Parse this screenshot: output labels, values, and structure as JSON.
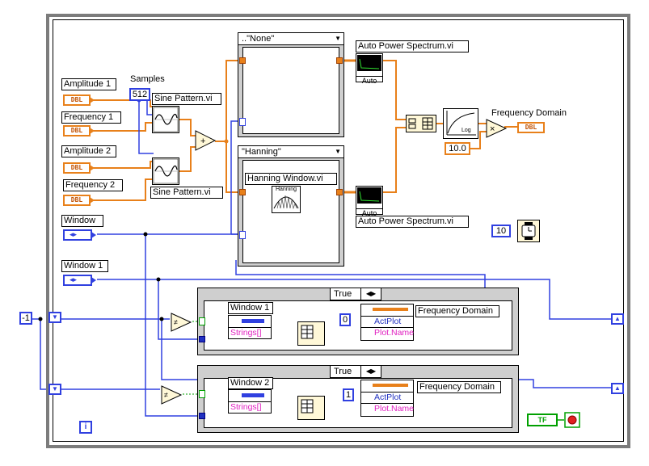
{
  "diagram": {
    "inputs": {
      "amplitude1": "Amplitude 1",
      "frequency1": "Frequency 1",
      "amplitude2": "Amplitude 2",
      "frequency2": "Frequency 2",
      "window": "Window",
      "window1": "Window 1",
      "dbl_text": "DBL",
      "samples_label": "Samples",
      "samples_value": "512"
    },
    "subvis": {
      "sine1": "Sine Pattern.vi",
      "sine2": "Sine Pattern.vi",
      "hanning": "Hanning Window.vi",
      "hanning_icon": "Hanning",
      "aps1": "Auto Power Spectrum.vi",
      "aps1_icon": "Auto",
      "aps2": "Auto Power Spectrum.vi",
      "aps2_icon": "Auto",
      "sine_icon": "Sine"
    },
    "cases": {
      "none_selector": "..\"None\"",
      "hanning_selector": "\"Hanning\"",
      "true1_selector": "True",
      "true2_selector": "True"
    },
    "outputs": {
      "freq_domain": "Frequency Domain",
      "multiplier": "10.0",
      "wait_const": "10",
      "dbl_out": "DBL",
      "stop_tf": "TF"
    },
    "case_true1": {
      "window_label": "Window 1",
      "strings": "Strings[]",
      "freq_domain": "Frequency Domain",
      "actplot": "ActPlot",
      "plotname": "Plot.Name",
      "const": "0"
    },
    "case_true2": {
      "window_label": "Window 2",
      "strings": "Strings[]",
      "freq_domain": "Frequency Domain",
      "actplot": "ActPlot",
      "plotname": "Plot.Name",
      "const": "1"
    },
    "minus_one": "-1",
    "info": "i",
    "colors": {
      "float_wire": "#e8801a",
      "int_wire": "#3040e0",
      "string_wire": "#e020c0",
      "bool_wire": "#00a000",
      "frame": "#7c7c7c"
    }
  }
}
